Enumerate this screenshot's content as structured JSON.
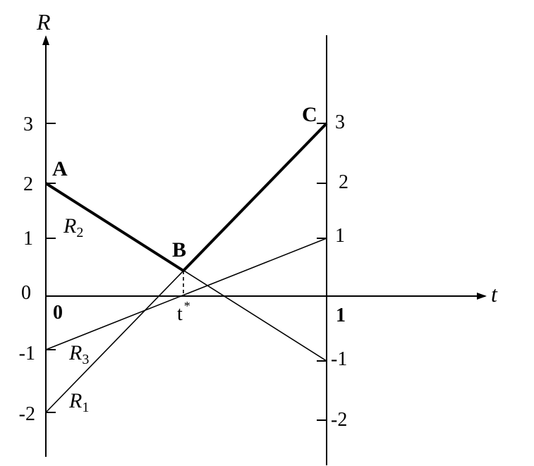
{
  "axes": {
    "y_axis_label": "R",
    "x_axis_label": "t",
    "origin_label": "0",
    "right_origin_label": "1",
    "t_star_label": "t",
    "t_star_sup": "*"
  },
  "left_ticks": [
    "3",
    "2",
    "1",
    "0",
    "-1",
    "-2"
  ],
  "right_ticks": [
    "3",
    "2",
    "1",
    "-1",
    "-2"
  ],
  "points": {
    "a": "A",
    "b": "B",
    "c": "C"
  },
  "lines": {
    "r1": {
      "base": "R",
      "sub": "1"
    },
    "r2": {
      "base": "R",
      "sub": "2"
    },
    "r3": {
      "base": "R",
      "sub": "3"
    }
  },
  "chart_data": {
    "type": "line",
    "xlabel": "t",
    "ylabel": "R",
    "series": [
      {
        "name": "R1",
        "x": [
          0,
          1
        ],
        "y": [
          -2,
          3
        ]
      },
      {
        "name": "R2",
        "x": [
          0,
          1
        ],
        "y": [
          2,
          -1
        ]
      },
      {
        "name": "R3",
        "x": [
          0,
          1
        ],
        "y": [
          -1,
          1
        ]
      }
    ],
    "highlight_path": {
      "x": [
        0,
        0.5,
        1
      ],
      "y": [
        2,
        0.5,
        3
      ]
    }
  }
}
